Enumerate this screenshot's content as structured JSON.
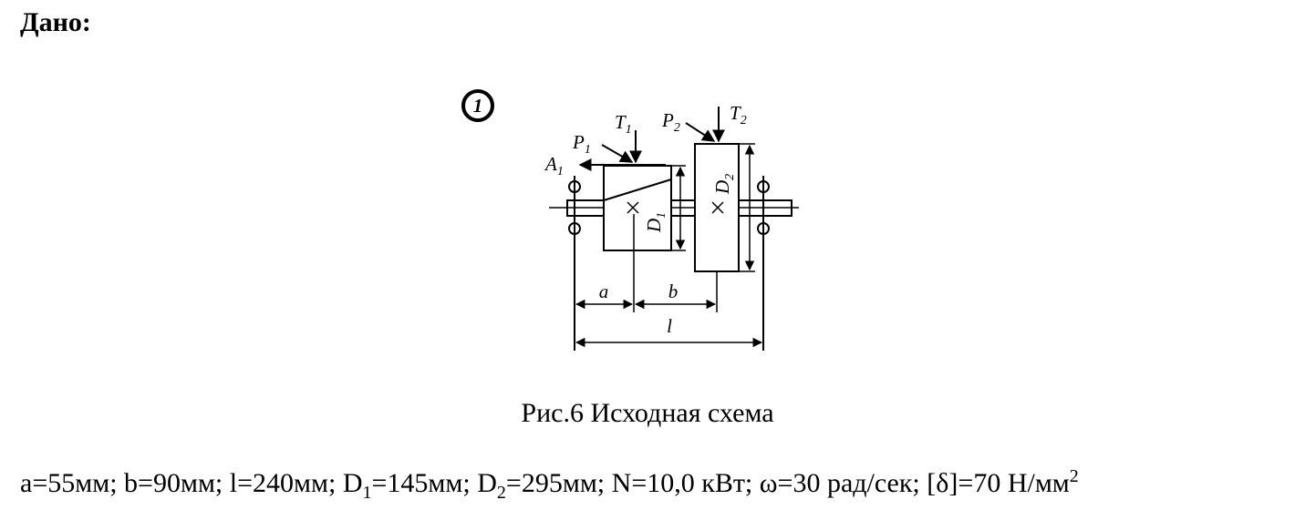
{
  "heading": "Дано:",
  "figure": {
    "number": "1",
    "labels": {
      "P1": "P",
      "P1_sub": "1",
      "T1": "T",
      "T1_sub": "1",
      "A1": "A",
      "A1_sub": "1",
      "P2": "P",
      "P2_sub": "2",
      "T2": "T",
      "T2_sub": "2",
      "D1": "D",
      "D1_sub": "1",
      "D2": "D",
      "D2_sub": "2",
      "a": "a",
      "b": "b",
      "l": "l"
    },
    "caption": "Рис.6 Исходная схема"
  },
  "params": {
    "a": "a=55мм; ",
    "b": "b=90мм; ",
    "l": "l=240мм; ",
    "d1_prefix": "D",
    "d1_sub": "1",
    "d1_value": "=145мм; ",
    "d2_prefix": "D",
    "d2_sub": "2",
    "d2_value": "=295мм; ",
    "n": "N=10,0 кВт; ",
    "omega": "ω=30 рад/сек; ",
    "delta_prefix": "[δ]=70 Н/мм",
    "delta_sup": "2"
  }
}
